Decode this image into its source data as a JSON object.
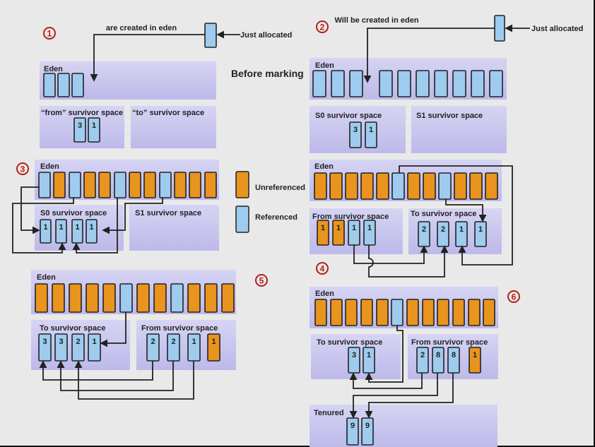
{
  "colors": {
    "referenced": "#9ecbee",
    "unreferenced": "#e8941e",
    "space": "#c9c6ee",
    "step_circle": "#b3201b"
  },
  "legend": {
    "unreferenced": "Unreferenced",
    "referenced": "Referenced"
  },
  "before_marking": "Before marking",
  "panels": [
    {
      "step": "1",
      "note": "are created in eden",
      "just_allocated": "Just allocated",
      "spaces": [
        {
          "label": "Eden",
          "blocks": [
            {
              "c": "B",
              "n": ""
            },
            {
              "c": "B",
              "n": ""
            },
            {
              "c": "B",
              "n": ""
            }
          ]
        },
        {
          "label": "“from” survivor space",
          "blocks": [
            {
              "c": "B",
              "n": "3"
            },
            {
              "c": "B",
              "n": "1"
            }
          ]
        },
        {
          "label": "“to” survivor space",
          "blocks": []
        }
      ]
    },
    {
      "step": "2",
      "note": "Will be created in eden",
      "just_allocated": "Just allocated",
      "spaces": [
        {
          "label": "Eden",
          "blocks": [
            {
              "c": "B",
              "n": ""
            },
            {
              "c": "B",
              "n": ""
            },
            {
              "c": "B",
              "n": ""
            },
            {
              "c": "B",
              "n": ""
            },
            {
              "c": "B",
              "n": ""
            },
            {
              "c": "B",
              "n": ""
            },
            {
              "c": "B",
              "n": ""
            },
            {
              "c": "B",
              "n": ""
            },
            {
              "c": "B",
              "n": ""
            },
            {
              "c": "B",
              "n": ""
            }
          ]
        },
        {
          "label": "S0 survivor space",
          "blocks": [
            {
              "c": "B",
              "n": "3"
            },
            {
              "c": "B",
              "n": "1"
            }
          ]
        },
        {
          "label": "S1 survivor space",
          "blocks": []
        }
      ]
    },
    {
      "step": "3",
      "spaces": [
        {
          "label": "Eden",
          "blocks": [
            {
              "c": "B"
            },
            {
              "c": "O"
            },
            {
              "c": "B"
            },
            {
              "c": "O"
            },
            {
              "c": "O"
            },
            {
              "c": "B"
            },
            {
              "c": "O"
            },
            {
              "c": "O"
            },
            {
              "c": "B"
            },
            {
              "c": "O"
            },
            {
              "c": "O"
            },
            {
              "c": "O"
            }
          ]
        },
        {
          "label": "S0 survivor space",
          "blocks": [
            {
              "c": "B",
              "n": "1"
            },
            {
              "c": "B",
              "n": "1"
            },
            {
              "c": "B",
              "n": "1"
            },
            {
              "c": "B",
              "n": "1"
            }
          ]
        },
        {
          "label": "S1 survivor space",
          "blocks": []
        }
      ]
    },
    {
      "step": "4",
      "spaces": [
        {
          "label": "Eden",
          "blocks": [
            {
              "c": "O"
            },
            {
              "c": "O"
            },
            {
              "c": "O"
            },
            {
              "c": "O"
            },
            {
              "c": "O"
            },
            {
              "c": "B"
            },
            {
              "c": "O"
            },
            {
              "c": "O"
            },
            {
              "c": "B"
            },
            {
              "c": "O"
            },
            {
              "c": "O"
            },
            {
              "c": "O"
            }
          ]
        },
        {
          "label": "From survivor space",
          "blocks": [
            {
              "c": "O",
              "n": "1"
            },
            {
              "c": "O",
              "n": "1"
            },
            {
              "c": "B",
              "n": "1"
            },
            {
              "c": "B",
              "n": "1"
            }
          ]
        },
        {
          "label": "To survivor space",
          "blocks": [
            {
              "c": "B",
              "n": "2"
            },
            {
              "c": "B",
              "n": "2"
            },
            {
              "c": "B",
              "n": "1"
            },
            {
              "c": "B",
              "n": "1"
            }
          ]
        }
      ]
    },
    {
      "step": "5",
      "spaces": [
        {
          "label": "Eden",
          "blocks": [
            {
              "c": "O"
            },
            {
              "c": "O"
            },
            {
              "c": "O"
            },
            {
              "c": "O"
            },
            {
              "c": "O"
            },
            {
              "c": "B"
            },
            {
              "c": "O"
            },
            {
              "c": "O"
            },
            {
              "c": "B"
            },
            {
              "c": "O"
            },
            {
              "c": "O"
            },
            {
              "c": "O"
            }
          ]
        },
        {
          "label": "To survivor space",
          "blocks": [
            {
              "c": "B",
              "n": "3"
            },
            {
              "c": "B",
              "n": "3"
            },
            {
              "c": "B",
              "n": "2"
            },
            {
              "c": "B",
              "n": "1"
            }
          ]
        },
        {
          "label": "From survivor space",
          "blocks": [
            {
              "c": "B",
              "n": "2"
            },
            {
              "c": "B",
              "n": "2"
            },
            {
              "c": "B",
              "n": "1"
            },
            {
              "c": "O",
              "n": "1"
            }
          ]
        }
      ]
    },
    {
      "step": "6",
      "spaces": [
        {
          "label": "Eden",
          "blocks": [
            {
              "c": "O"
            },
            {
              "c": "O"
            },
            {
              "c": "O"
            },
            {
              "c": "O"
            },
            {
              "c": "O"
            },
            {
              "c": "B"
            },
            {
              "c": "O"
            },
            {
              "c": "O"
            },
            {
              "c": "O"
            },
            {
              "c": "O"
            },
            {
              "c": "O"
            },
            {
              "c": "O"
            }
          ]
        },
        {
          "label": "To survivor space",
          "blocks": [
            {
              "c": "B",
              "n": "3"
            },
            {
              "c": "B",
              "n": "1"
            }
          ]
        },
        {
          "label": "From survivor space",
          "blocks": [
            {
              "c": "B",
              "n": "2"
            },
            {
              "c": "B",
              "n": "8"
            },
            {
              "c": "B",
              "n": "8"
            },
            {
              "c": "O",
              "n": "1"
            }
          ]
        },
        {
          "label": "Tenured",
          "blocks": [
            {
              "c": "B",
              "n": "9"
            },
            {
              "c": "B",
              "n": "9"
            }
          ]
        }
      ]
    }
  ]
}
